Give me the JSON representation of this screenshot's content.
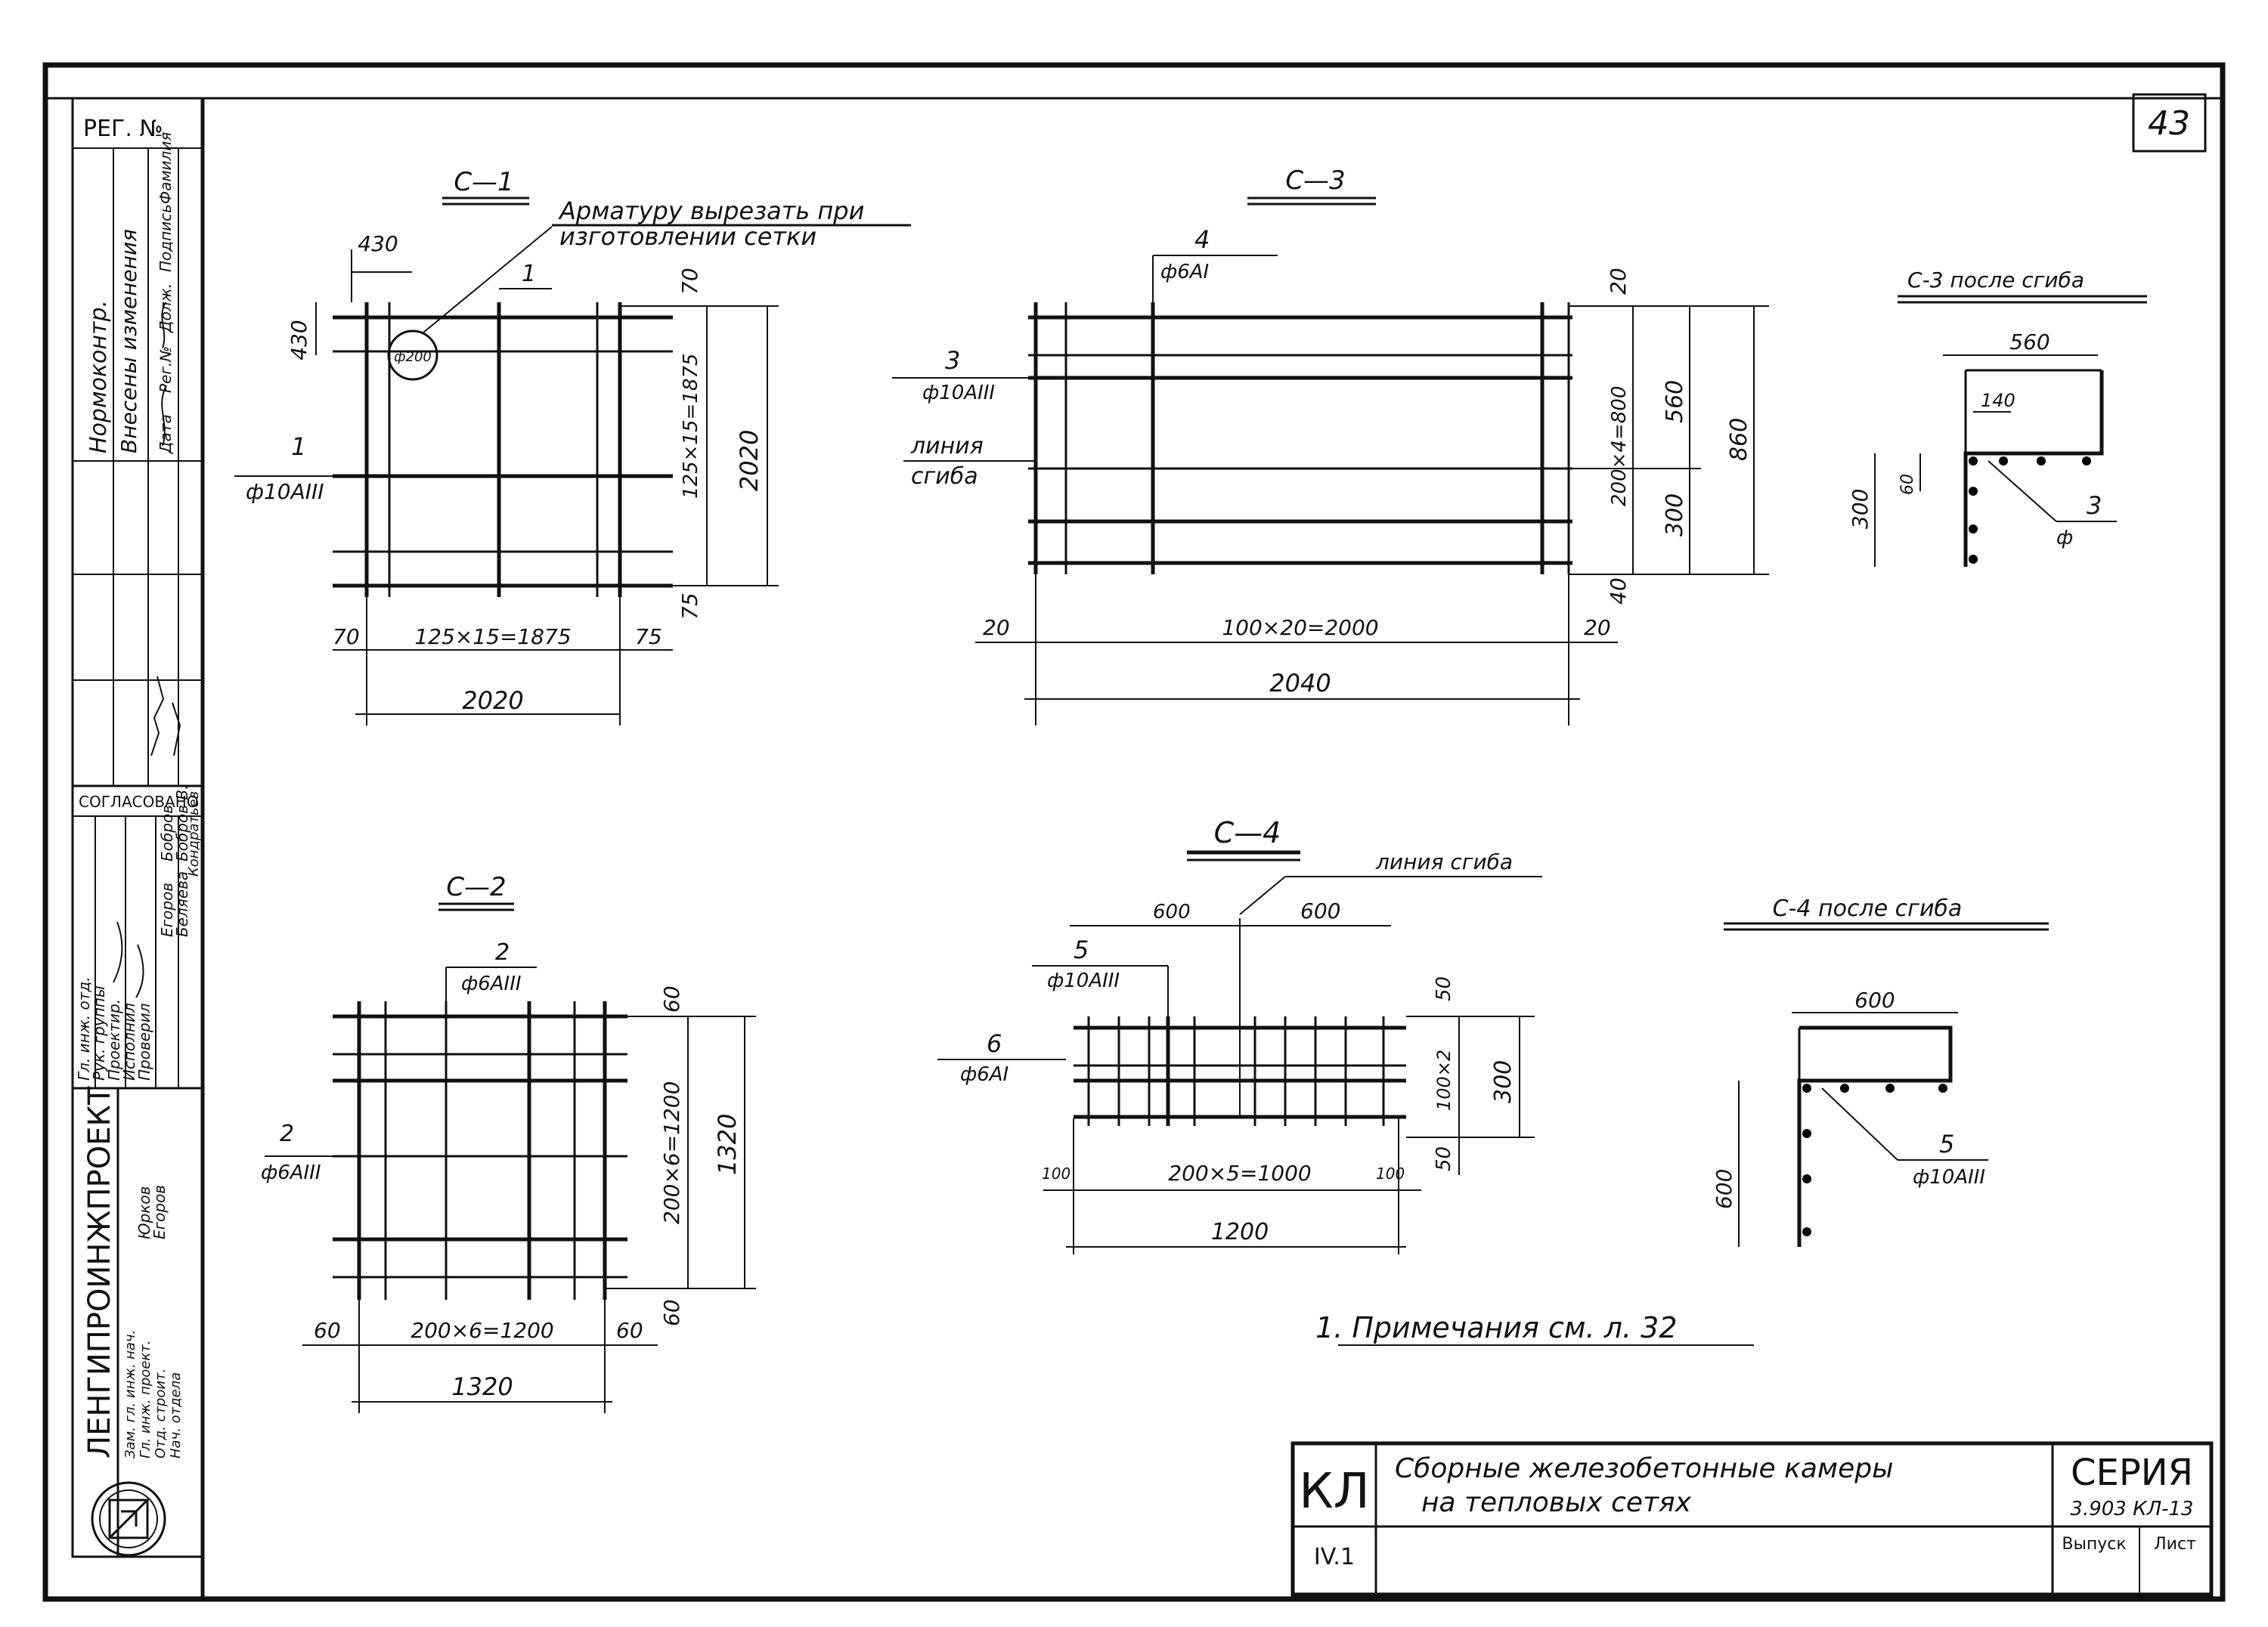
{
  "sheet": {
    "number": "43",
    "reg_label": "РЕГ. №"
  },
  "stamp_left": {
    "change_header": "Внесены изменения",
    "change_columns": [
      "Дата",
      "Рег.№",
      "Долж.",
      "Подпись",
      "Фамилия"
    ],
    "norm_control": "Нормоконтр.",
    "agreed": "СОГЛАСОВАНО",
    "agreed_names": [
      "Егоров",
      "Беляева",
      "Бобров",
      "Бобров В.",
      "Кондратьев"
    ],
    "positions": [
      "Гл. инж. отд.",
      "Рук. группы",
      "Проектир.",
      "Исполнил",
      "Проверил"
    ],
    "org": "ЛЕНГИПРОИНЖПРОЕКТ",
    "org_roles": [
      "Зам. гл. инж. нач.",
      "Гл. инж. проект.",
      "Отд. строит.",
      "Нач. отдела"
    ],
    "org_names": [
      "Юрков",
      "Егоров"
    ]
  },
  "title_block": {
    "code": "КЛ",
    "title_line1": "Сборные железобетонные камеры",
    "title_line2": "на тепловых сетях",
    "series_label": "СЕРИЯ",
    "series_value": "3.903 КЛ-13",
    "issue_code": "IV.1",
    "issue_label": "Выпуск",
    "sheet_label": "Лист"
  },
  "drawings": {
    "c1": {
      "label": "С—1",
      "note": "Арматуру вырезать при",
      "note2": "изготовлении сетки",
      "pos": "1",
      "bar": "ф10АIII",
      "cut": "430",
      "cut_v": "430",
      "v_top": "70",
      "v_mid": "125×15=1875",
      "v_bot": "75",
      "v_total": "2020",
      "h_left": "70",
      "h_mid": "125×15=1875",
      "h_right": "75",
      "h_total": "2020",
      "hole": "ф200"
    },
    "c2": {
      "label": "С—2",
      "pos": "2",
      "bar": "ф6АIII",
      "v_top": "60",
      "v_mid": "200×6=1200",
      "v_bot": "60",
      "v_total": "1320",
      "h_left": "60",
      "h_mid": "200×6=1200",
      "h_right": "60",
      "h_total": "1320"
    },
    "c3": {
      "label": "С—3",
      "pos_a": "4",
      "bar_a": "ф6АI",
      "pos_b": "3",
      "bar_b": "ф10АIII",
      "bend_line": "линия",
      "bend_line2": "сгиба",
      "v_top": "20",
      "v_mid": "200×4=800",
      "v_bot": "40",
      "v_a": "560",
      "v_b": "300",
      "v_total": "860",
      "h_left": "20",
      "h_mid": "100×20=2000",
      "h_right": "20",
      "h_total": "2040"
    },
    "c3_bent": {
      "label": "С-3 после сгиба",
      "top": "560",
      "in": "140",
      "side": "300",
      "gap": "60",
      "pos": "3",
      "bar": "ф"
    },
    "c4": {
      "label": "С—4",
      "bend_line": "линия сгиба",
      "left": "600",
      "right": "600",
      "pos_a": "5",
      "bar_a": "ф10АIII",
      "pos_b": "6",
      "bar_b": "ф6АI",
      "v_top": "50",
      "v_mid": "100×2",
      "v_bot": "50",
      "v_total": "300",
      "h_left": "100",
      "h_mid": "200×5=1000",
      "h_right": "100",
      "h_total": "1200"
    },
    "c4_bent": {
      "label": "С-4 после сгиба",
      "top": "600",
      "side": "600",
      "pos": "5",
      "bar": "ф10АIII"
    }
  },
  "notes": {
    "text": "1. Примечания см. л. 32"
  }
}
